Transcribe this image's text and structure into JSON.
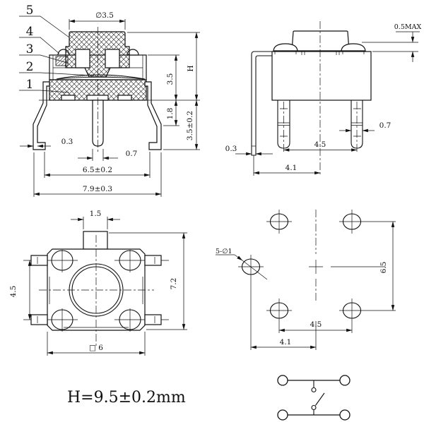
{
  "front_view": {
    "callouts": [
      "5",
      "4",
      "3",
      "2",
      "1"
    ],
    "dims": {
      "stem_diameter": "∅3.5",
      "total_height": "H",
      "body_height": "3.5",
      "bend_height": "1.8",
      "lead_height": "3.5±0.2",
      "lead_thickness": "0.3",
      "post_width": "0.7",
      "lead_span": "6.5±0.2",
      "overall_width": "7.9±0.3"
    }
  },
  "side_view": {
    "dims": {
      "button_protrusion": "0.5MAX",
      "pin_width": "0.7",
      "pin_pitch": "4.5",
      "bracket_thickness": "0.3",
      "bracket_to_center": "4.1"
    }
  },
  "top_view": {
    "dims": {
      "tab_width": "1.5",
      "pin_row_pitch": "4.5",
      "overall_height": "7.2",
      "body_square": "□ 6"
    }
  },
  "pcb_layout": {
    "dims": {
      "hole_spec": "5-∅1",
      "row_span": "6.5",
      "hole_pitch": "4.5",
      "hole_to_center": "4.1"
    }
  },
  "note": {
    "height_spec": "H=9.5±0.2mm"
  }
}
